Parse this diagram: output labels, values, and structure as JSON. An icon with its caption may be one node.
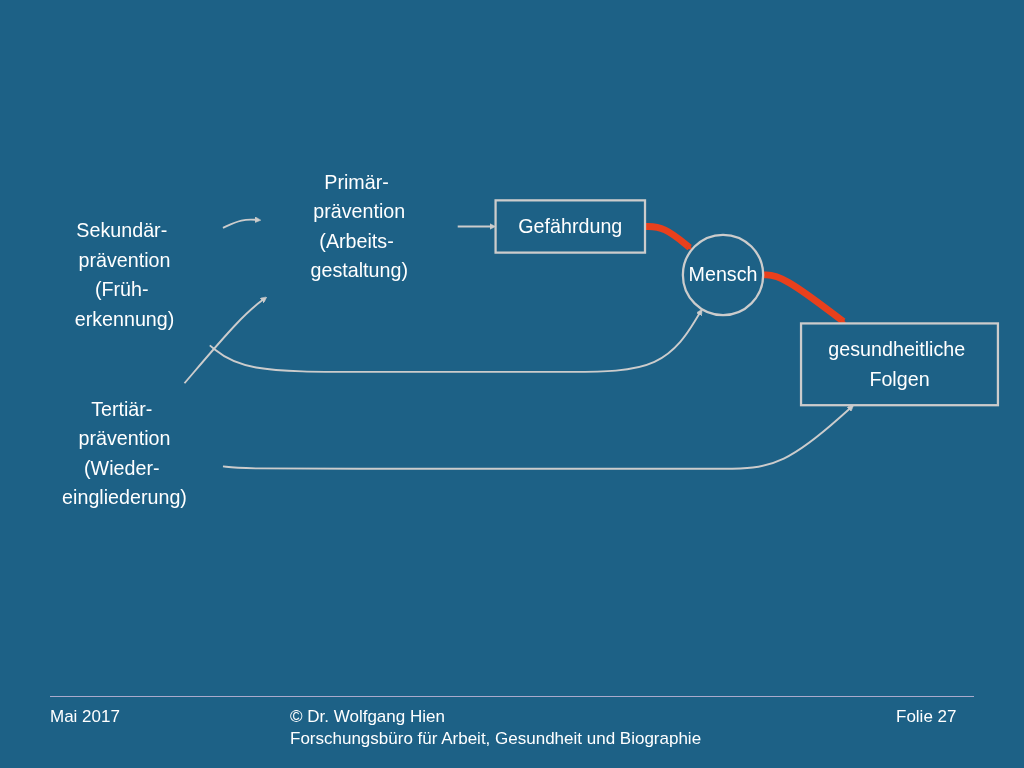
{
  "diagram": {
    "nodes": [
      {
        "text": [
          "Gefährdung"
        ]
      },
      {
        "text": [
          "Mensch"
        ]
      },
      {
        "text": [
          "gesundheitliche Folgen"
        ]
      },
      {
        "text": [
          "Primär- prävention",
          "(Arbeits- gestaltung)"
        ]
      },
      {
        "text": [
          "Sekundär- prävention",
          "(Früh- erkennung)"
        ]
      },
      {
        "text": [
          "Tertiär- prävention",
          "(Wieder- eingliederung)"
        ]
      }
    ],
    "edges": [
      {
        "from": 0,
        "to": 1,
        "arrow": "to",
        "style": "thick",
        "color": "#e8401c"
      },
      {
        "from": 1,
        "to": 2,
        "arrow": "to",
        "style": "thick",
        "color": "#e8401c"
      },
      {
        "from": 3,
        "to": 0,
        "arrow": "to"
      },
      {
        "from": 4,
        "to": 1,
        "arrow": "to"
      },
      {
        "from": 5,
        "to": 2,
        "arrow": "to"
      },
      {
        "from": 4,
        "to": 3,
        "arrow": "to"
      },
      {
        "from": 5,
        "to": 3,
        "arrow": "to"
      }
    ],
    "labels": [
      "Mai 2017",
      "© Dr. Wolfgang Hien",
      "Forschungsbüro für Arbeit, Gesundheit und Biographie",
      "Folie 27"
    ]
  }
}
